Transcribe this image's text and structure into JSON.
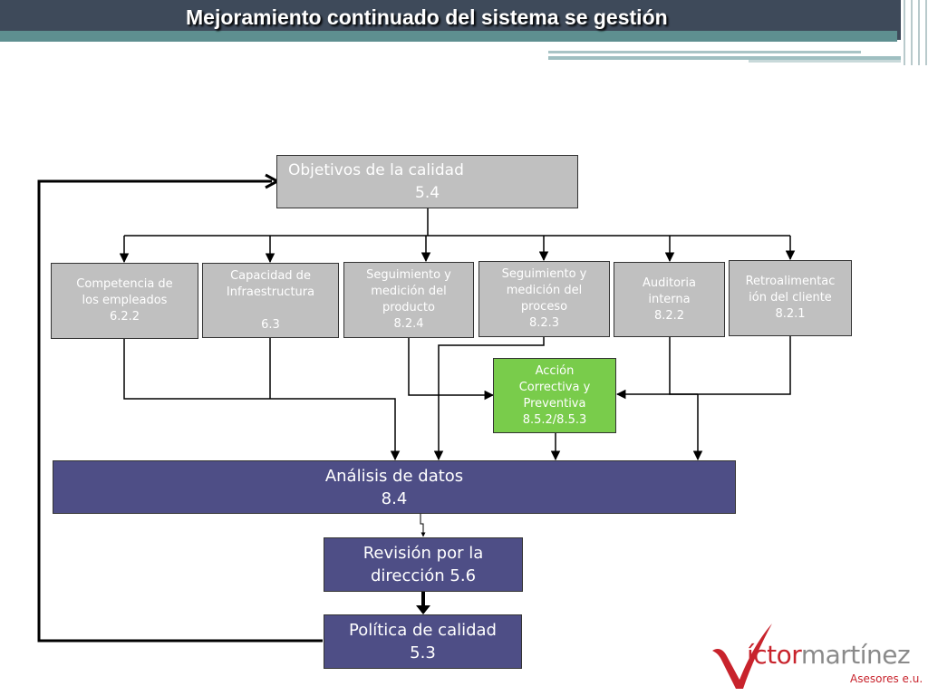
{
  "slide": {
    "title": "Mejoramiento continuado del sistema se gestión"
  },
  "diagram": {
    "objetivos": {
      "line1": "Objetivos de la calidad",
      "line2": "5.4"
    },
    "competencia": {
      "text": "Competencia de\nlos empleados\n6.2.2"
    },
    "capacidad": {
      "text": "Capacidad de\nInfraestructura\n\n6.3"
    },
    "seguimiento_producto": {
      "text": "Seguimiento y\nmedición del\nproducto\n8.2.4"
    },
    "seguimiento_proceso": {
      "text": "Seguimiento y\nmedición del\nproceso\n8.2.3"
    },
    "auditoria": {
      "text": "Auditoria\ninterna\n8.2.2"
    },
    "retroalimentacion": {
      "text": "Retroalimentac\nión del cliente\n8.2.1"
    },
    "accion": {
      "text": "Acción\nCorrectiva y\nPreventiva\n8.5.2/8.5.3"
    },
    "analisis": {
      "text": "Análisis de datos\n8.4"
    },
    "revision": {
      "text": "Revisión por la\ndirección 5.6"
    },
    "politica": {
      "text": "Política de calidad\n5.3"
    }
  },
  "logo": {
    "name_part1": "íctor",
    "name_part2": "martínez",
    "subtitle": "Asesores e.u."
  },
  "colors": {
    "header": "#3e4a5a",
    "header_band": "#5e8f90",
    "gray_box": "#c0c0c0",
    "green_box": "#79cc4b",
    "navy_box": "#4e4e86",
    "logo_red": "#c8232c",
    "logo_gray": "#8a8a8a"
  }
}
